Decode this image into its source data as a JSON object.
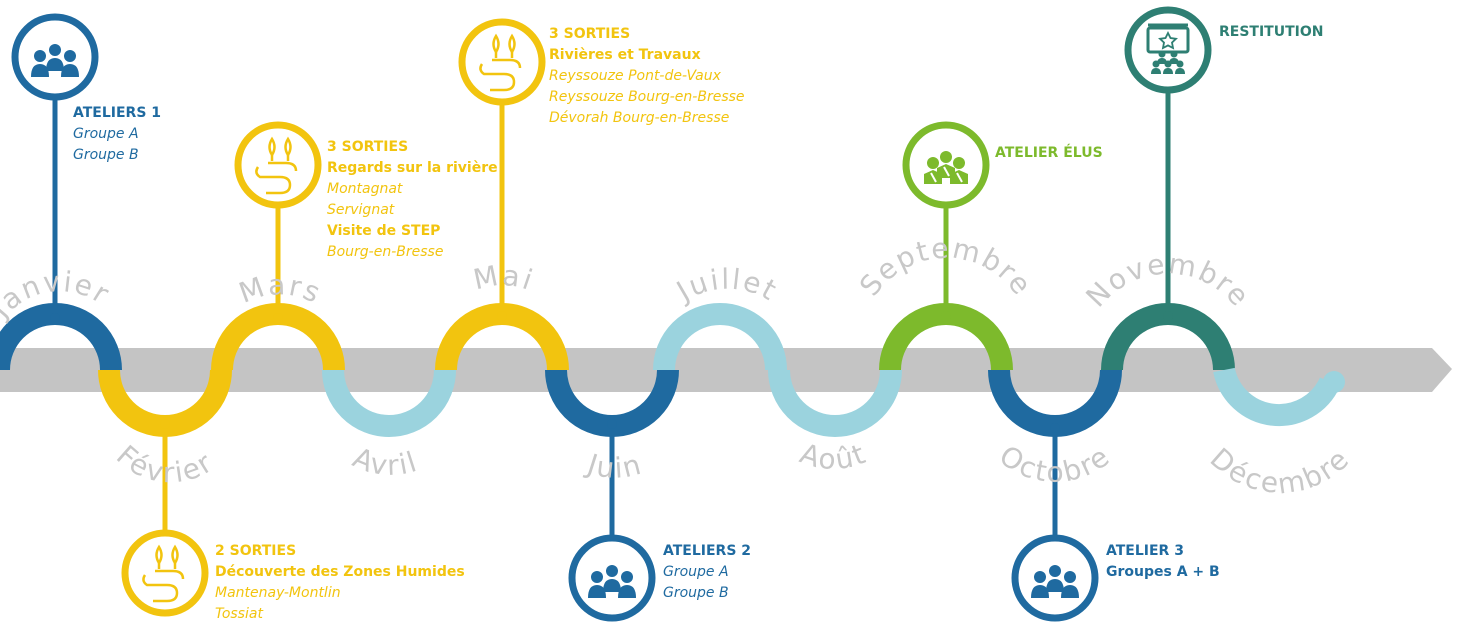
{
  "colors": {
    "blue": "#1f6aa0",
    "yellow": "#f2c40f",
    "lightblue": "#9bd3de",
    "green": "#7dba2c",
    "teal": "#2e7f73",
    "arrow": "#c4c4c4",
    "month_text": "#c8c8c8"
  },
  "months": [
    "Janvier",
    "Février",
    "Mars",
    "Avril",
    "Mai",
    "Juin",
    "Juillet",
    "Août",
    "Septembre",
    "Octobre",
    "Novembre",
    "Décembre"
  ],
  "month_colors": [
    "blue",
    "yellow",
    "yellow",
    "lightblue",
    "yellow",
    "blue",
    "lightblue",
    "lightblue",
    "green",
    "blue",
    "teal",
    "lightblue"
  ],
  "events": [
    {
      "month": "Janvier",
      "color": "blue",
      "icon": "group-icon",
      "lines": [
        {
          "style": "t",
          "text": "ATELIERS 1"
        },
        {
          "style": "s",
          "text": "Groupe A"
        },
        {
          "style": "s",
          "text": "Groupe B"
        }
      ]
    },
    {
      "month": "Février",
      "color": "yellow",
      "icon": "nature-icon",
      "lines": [
        {
          "style": "t",
          "text": "2 SORTIES"
        },
        {
          "style": "b",
          "text": "Découverte des Zones Humides"
        },
        {
          "style": "s",
          "text": "Mantenay-Montlin"
        },
        {
          "style": "s",
          "text": "Tossiat"
        }
      ]
    },
    {
      "month": "Mars",
      "color": "yellow",
      "icon": "nature-icon",
      "lines": [
        {
          "style": "t",
          "text": "3 SORTIES"
        },
        {
          "style": "b",
          "text": "Regards sur la rivière"
        },
        {
          "style": "s",
          "text": "Montagnat"
        },
        {
          "style": "s",
          "text": "Servignat"
        },
        {
          "style": "b",
          "text": "Visite de STEP"
        },
        {
          "style": "s",
          "text": "Bourg-en-Bresse"
        }
      ]
    },
    {
      "month": "Mai",
      "color": "yellow",
      "icon": "nature-icon",
      "lines": [
        {
          "style": "t",
          "text": "3 SORTIES"
        },
        {
          "style": "b",
          "text": "Rivières et Travaux"
        },
        {
          "style": "s",
          "text": "Reyssouze Pont-de-Vaux"
        },
        {
          "style": "s",
          "text": "Reyssouze Bourg-en-Bresse"
        },
        {
          "style": "s",
          "text": "Dévorah Bourg-en-Bresse"
        }
      ]
    },
    {
      "month": "Juin",
      "color": "blue",
      "icon": "group-icon",
      "lines": [
        {
          "style": "t",
          "text": "ATELIERS 2"
        },
        {
          "style": "s",
          "text": "Groupe A"
        },
        {
          "style": "s",
          "text": "Groupe B"
        }
      ]
    },
    {
      "month": "Septembre",
      "color": "green",
      "icon": "officials-icon",
      "lines": [
        {
          "style": "t",
          "text": "ATELIER ÉLUS"
        }
      ]
    },
    {
      "month": "Octobre",
      "color": "blue",
      "icon": "group-icon",
      "lines": [
        {
          "style": "t",
          "text": "ATELIER 3"
        },
        {
          "style": "t",
          "text": "Groupes A + B"
        }
      ]
    },
    {
      "month": "Novembre",
      "color": "teal",
      "icon": "presentation-icon",
      "lines": [
        {
          "style": "t",
          "text": "RESTITUTION"
        }
      ]
    }
  ]
}
